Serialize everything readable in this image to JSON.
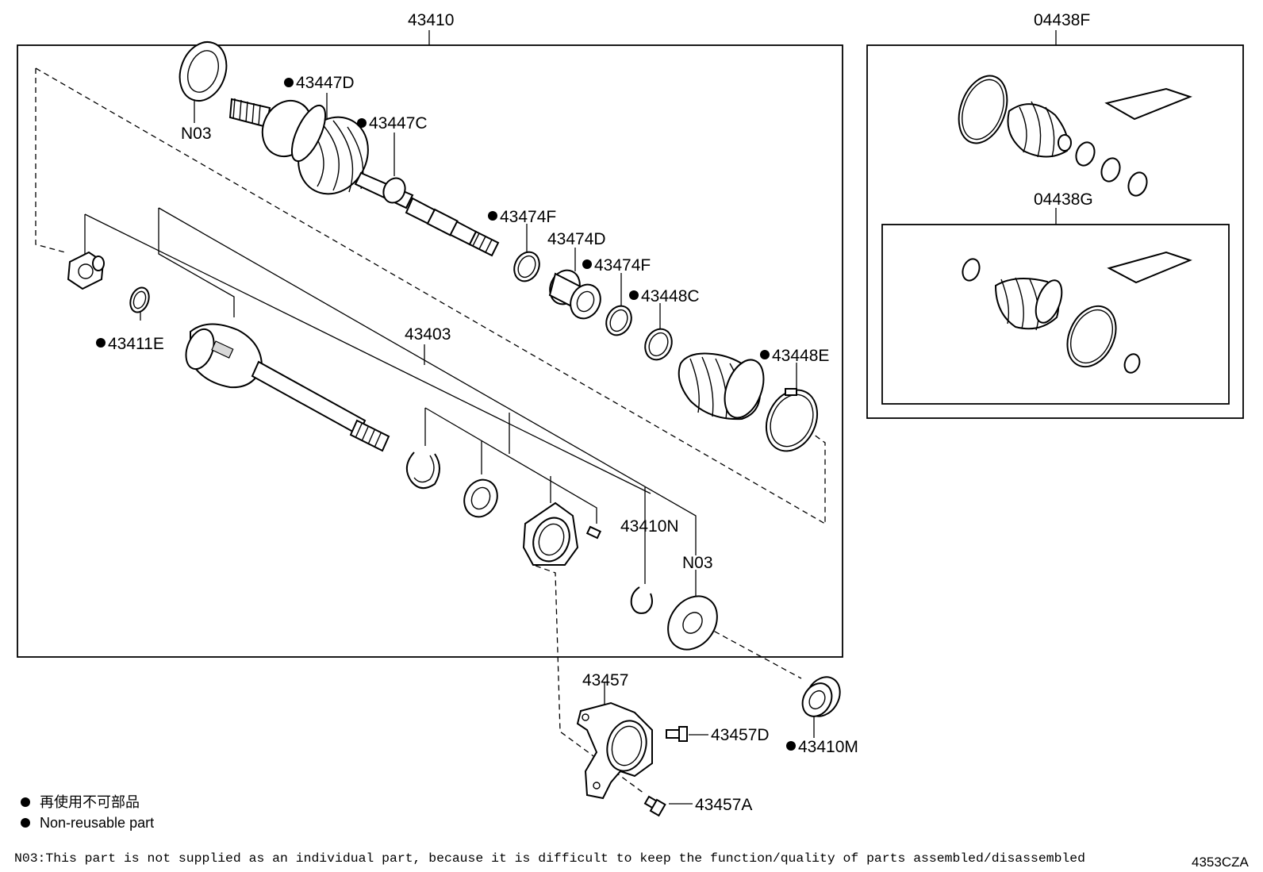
{
  "labels": {
    "p43410": "43410",
    "p04438F": "04438F",
    "p04438G": "04438G",
    "p43447D": "43447D",
    "p43447C": "43447C",
    "n03_top": "N03",
    "p43474F_1": "43474F",
    "p43474D": "43474D",
    "p43474F_2": "43474F",
    "p43448C": "43448C",
    "p43448E": "43448E",
    "p43411E": "43411E",
    "p43403": "43403",
    "p43410N": "43410N",
    "n03_bottom": "N03",
    "p43457": "43457",
    "p43457D": "43457D",
    "p43457A": "43457A",
    "p43410M": "43410M"
  },
  "legend": {
    "japanese": "再使用不可部品",
    "english": "Non-reusable part"
  },
  "footnote": "N03:This part is not supplied as an individual part, because it is difficult to keep the function/quality of parts assembled/disassembled",
  "diagram_code": "4353CZA"
}
